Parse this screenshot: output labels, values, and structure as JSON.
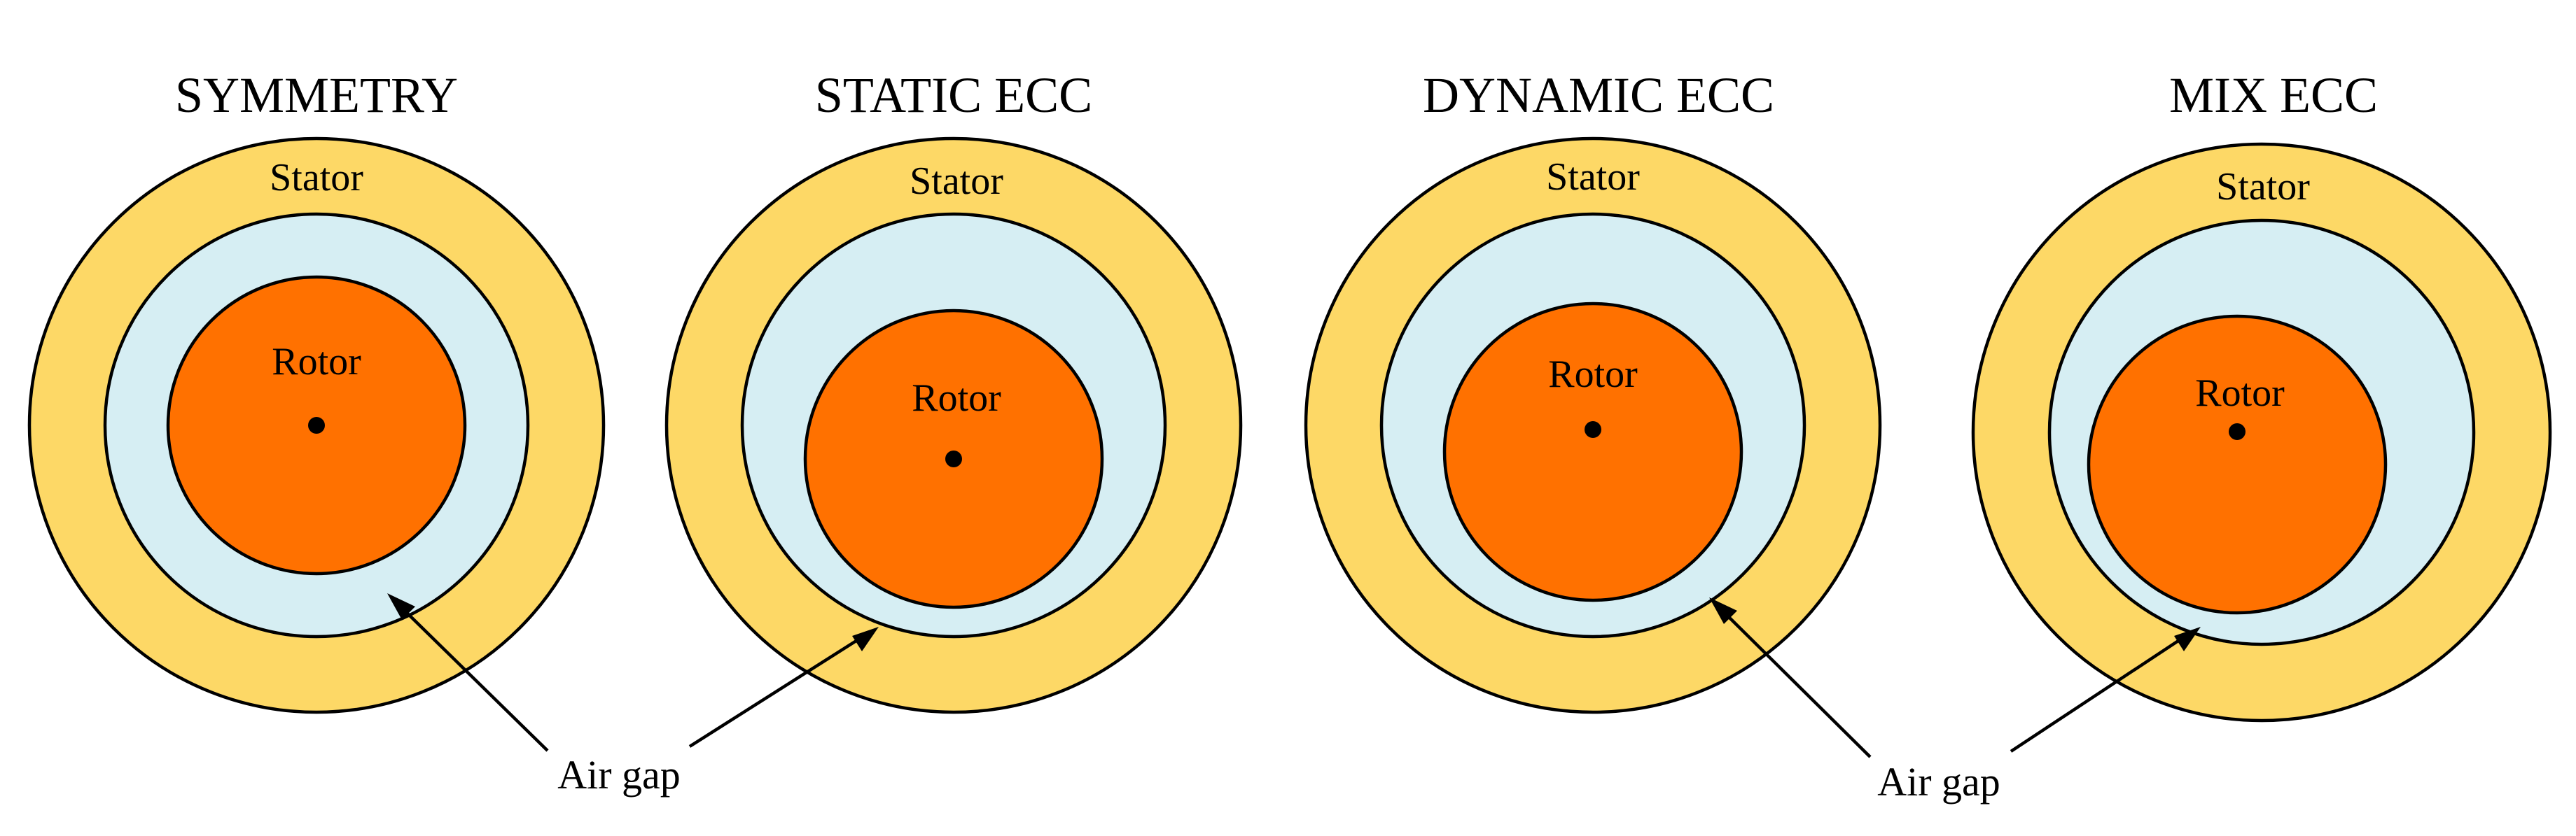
{
  "colors": {
    "stator": "#FDD866",
    "air_gap": "#D6EEF3",
    "rotor": "#FF7100",
    "outline": "#000000",
    "center_dot": "#000000"
  },
  "panels": [
    {
      "title": "SYMMETRY",
      "stator_label": "Stator",
      "rotor_label": "Rotor"
    },
    {
      "title": "STATIC ECC",
      "stator_label": "Stator",
      "rotor_label": "Rotor"
    },
    {
      "title": "DYNAMIC ECC",
      "stator_label": "Stator",
      "rotor_label": "Rotor"
    },
    {
      "title": "MIX ECC",
      "stator_label": "Stator",
      "rotor_label": "Rotor"
    }
  ],
  "callouts": [
    {
      "label": "Air gap"
    },
    {
      "label": "Air gap"
    }
  ]
}
